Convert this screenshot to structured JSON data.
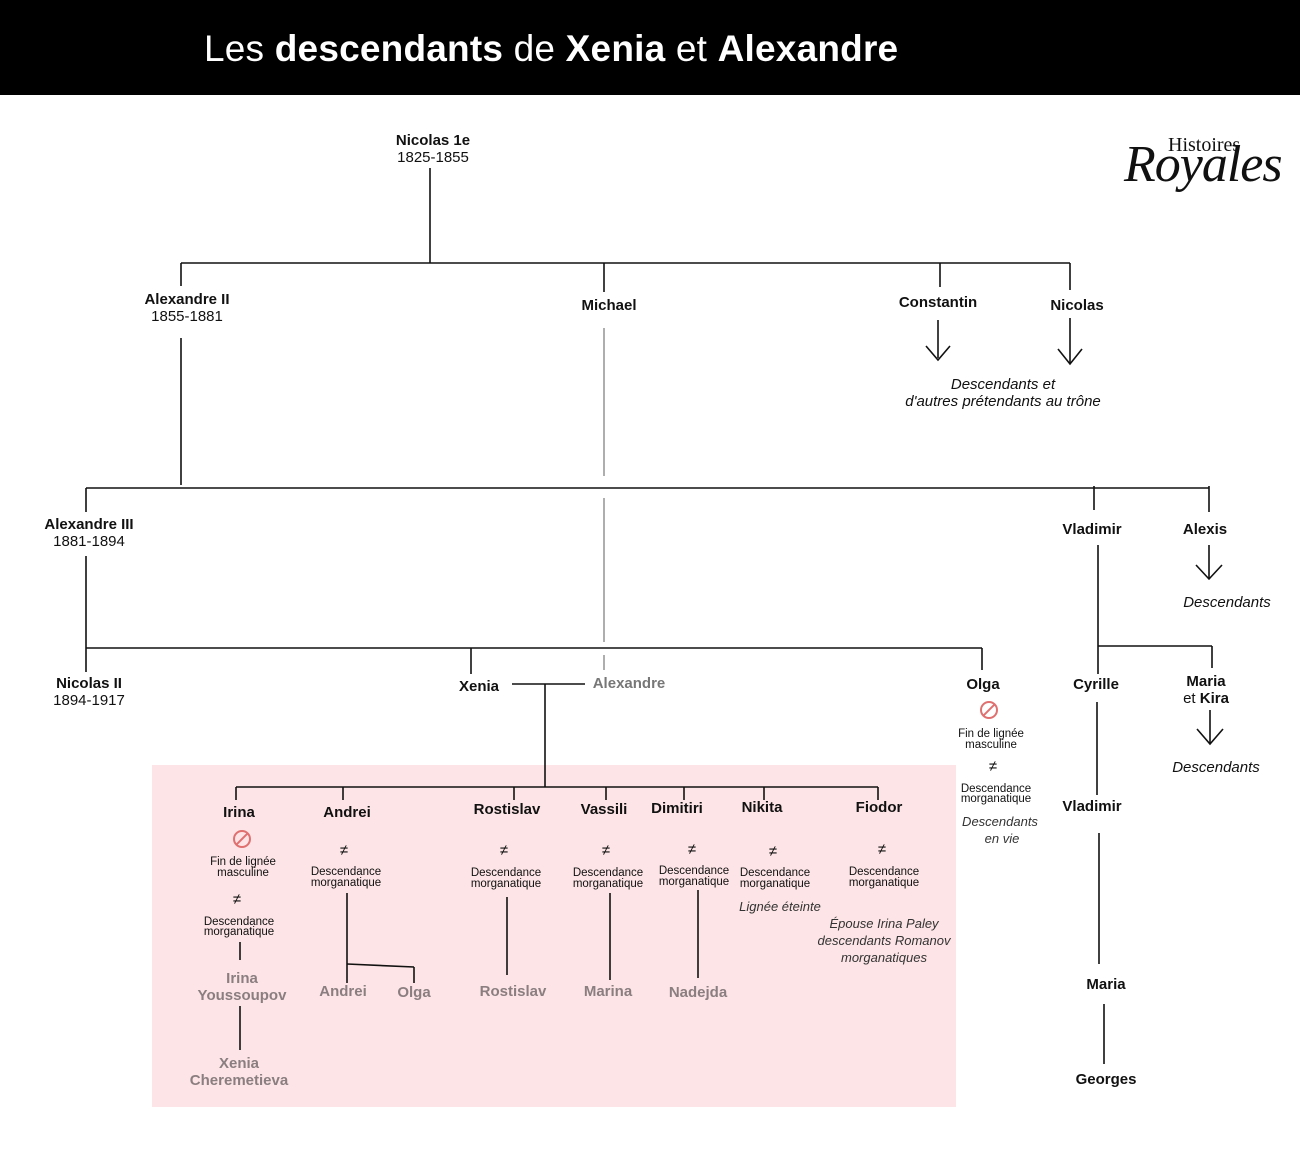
{
  "header": {
    "title_pre": "Les ",
    "title_b1": "descendants",
    "title_mid1": " de ",
    "title_b2": "Xenia",
    "title_mid2": " et ",
    "title_b3": "Alexandre"
  },
  "logo": {
    "small": "Histoires",
    "big": "Royales"
  },
  "people": {
    "nicolas1": {
      "name": "Nicolas 1e",
      "dates": "1825-1855"
    },
    "alexandre2": {
      "name": "Alexandre II",
      "dates": "1855-1881"
    },
    "michael": {
      "name": "Michael"
    },
    "constantin": {
      "name": "Constantin"
    },
    "nicolas": {
      "name": "Nicolas"
    },
    "alexandre3": {
      "name": "Alexandre III",
      "dates": "1881-1894"
    },
    "vladimir": {
      "name": "Vladimir"
    },
    "alexis": {
      "name": "Alexis"
    },
    "nicolas2": {
      "name": "Nicolas II",
      "dates": "1894-1917"
    },
    "xenia": {
      "name": "Xenia"
    },
    "alexandre": {
      "name": "Alexandre"
    },
    "olga": {
      "name": "Olga"
    },
    "cyrille": {
      "name": "Cyrille"
    },
    "maria_kira": {
      "name1": "Maria",
      "et": "et ",
      "name2": "Kira"
    },
    "vladimir2": {
      "name": "Vladimir"
    },
    "maria": {
      "name": "Maria"
    },
    "georges": {
      "name": "Georges"
    },
    "irina": {
      "name": "Irina"
    },
    "andrei": {
      "name": "Andrei"
    },
    "rostislav": {
      "name": "Rostislav"
    },
    "vassili": {
      "name": "Vassili"
    },
    "dimitiri": {
      "name": "Dimitiri"
    },
    "nikita": {
      "name": "Nikita"
    },
    "fiodor": {
      "name": "Fiodor"
    },
    "irina_y": {
      "line1": "Irina",
      "line2": "Youssoupov"
    },
    "xenia_c": {
      "line1": "Xenia",
      "line2": "Cheremetieva"
    },
    "andrei2": {
      "name": "Andrei"
    },
    "olga2": {
      "name": "Olga"
    },
    "rostislav2": {
      "name": "Rostislav"
    },
    "marina": {
      "name": "Marina"
    },
    "nadejda": {
      "name": "Nadejda"
    }
  },
  "notes": {
    "constantin_desc_1": "Descendants et",
    "constantin_desc_2": "d'autres prétendants au trône",
    "alexis_desc": "Descendants",
    "maria_kira_desc": "Descendants",
    "fin_1": "Fin de lignée",
    "fin_2": "masculine",
    "morg_1": "Descendance",
    "morg_2": "morganatique",
    "olga_alive_1": "Descendants",
    "olga_alive_2": "en vie",
    "lignee_eteinte": "Lignée éteinte",
    "fiodor_1": "Épouse Irina Paley",
    "fiodor_2": "descendants Romanov",
    "fiodor_3": "morganatiques"
  },
  "icons": {
    "end_of_line": "prohibited-icon",
    "morganatic": "not-equal-icon",
    "descendants_arrow": "arrow-down-icon"
  },
  "colors": {
    "header_bg": "#000000",
    "highlight_bg": "#fde4e6",
    "stop_red": "#e07070",
    "grey_name": "#8a7e80"
  }
}
